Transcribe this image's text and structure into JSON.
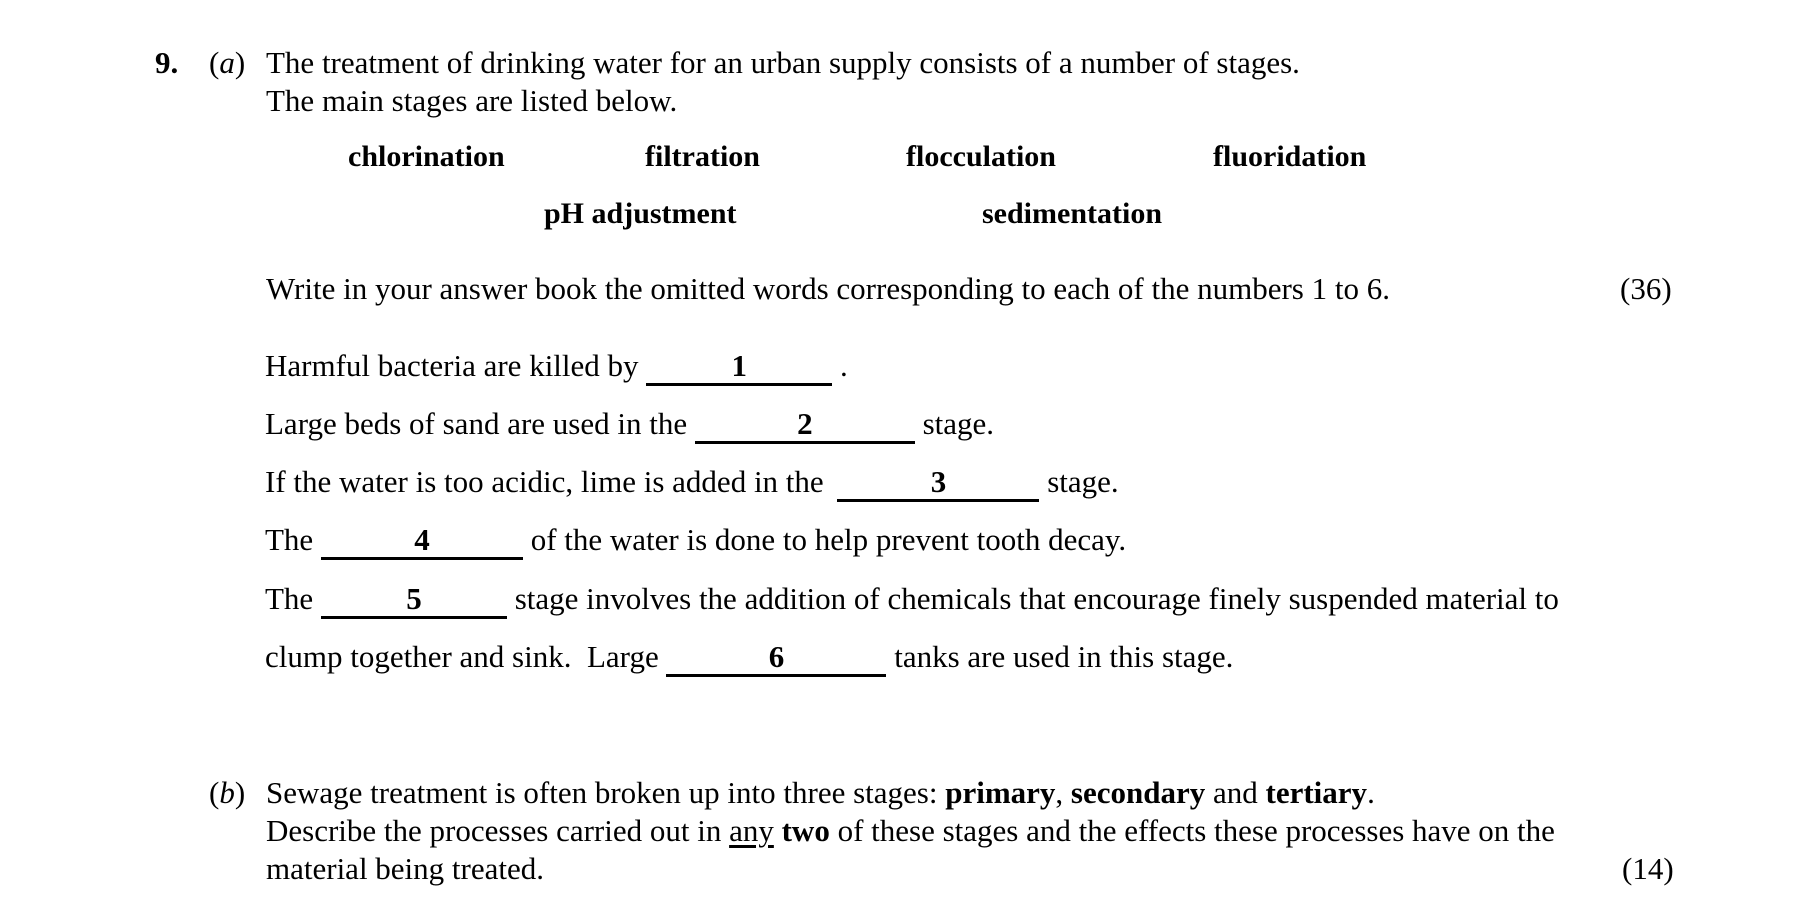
{
  "question": {
    "number": "9.",
    "part_a": {
      "label_open": "(",
      "label": "a",
      "label_close": ")",
      "intro_line1": "The treatment of drinking water for an urban supply consists of a number of stages.",
      "intro_line2": "The main stages are listed below.",
      "word_bank": [
        "chlorination",
        "filtration",
        "flocculation",
        "fluoridation",
        "pH adjustment",
        "sedimentation"
      ],
      "instruction": "Write in your answer book the omitted words corresponding to each of the numbers 1 to 6.",
      "marks": "(36)",
      "sentences": [
        {
          "before": "Harmful bacteria are killed by",
          "blank": "1",
          "after": "."
        },
        {
          "before": "Large beds of sand are used in the",
          "blank": "2",
          "after": "stage."
        },
        {
          "before": "If the water is too acidic, lime is added in the",
          "blank": "3",
          "after": "stage."
        },
        {
          "before": "The",
          "blank": "4",
          "after": "of the water is done to help prevent tooth decay."
        },
        {
          "before": "The",
          "blank": "5",
          "after": "stage involves the addition of chemicals that encourage finely suspended material to"
        },
        {
          "before": "clump together and sink.  Large",
          "blank": "6",
          "after": "tanks are used in this stage."
        }
      ]
    },
    "part_b": {
      "label_open": "(",
      "label": "b",
      "label_close": ")",
      "line1_text": "Sewage treatment is often broken up into three stages: ",
      "line1_bold1": "primary",
      "line1_sep1": ", ",
      "line1_bold2": "secondary",
      "line1_sep2": " and ",
      "line1_bold3": "tertiary",
      "line1_end": ".",
      "line2_start": "Describe the processes carried out in ",
      "line2_underlined": "any",
      "line2_space": " ",
      "line2_bold": "two",
      "line2_end": " of these stages and the effects these processes have on the",
      "line3": "material being treated.",
      "marks": "(14)"
    }
  }
}
